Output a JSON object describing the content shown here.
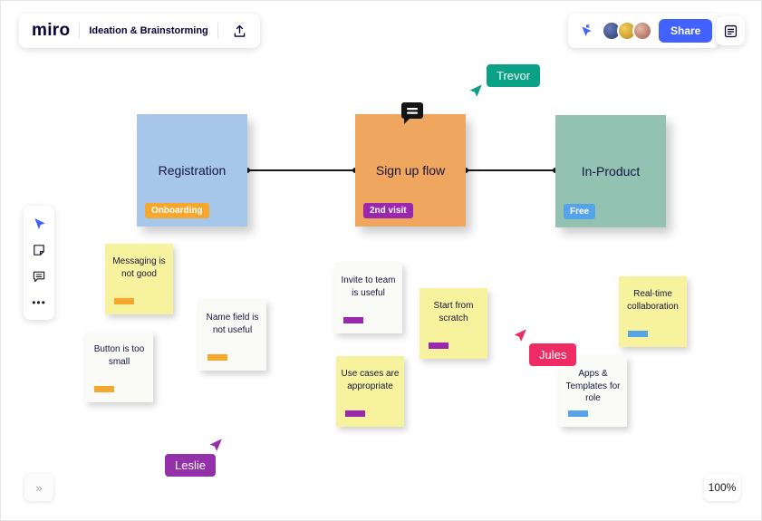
{
  "app": {
    "logo": "miro",
    "board_title": "Ideation & Brainstorming",
    "share_label": "Share",
    "zoom_level": "100%",
    "accent_color": "#4262ff"
  },
  "collaborators": {
    "count": 3,
    "avatars": [
      {
        "id": "avatar-1",
        "color": "#273a6e"
      },
      {
        "id": "avatar-2",
        "color": "#b9861e"
      },
      {
        "id": "avatar-3",
        "color": "#9c5a4a"
      }
    ]
  },
  "flow_cards": [
    {
      "label": "Registration",
      "tag": "Onboarding",
      "color": "#a6c7ea",
      "tag_color": "#f7a72e"
    },
    {
      "label": "Sign up flow",
      "tag": "2nd visit",
      "color": "#efa65e",
      "tag_color": "#9b27af"
    },
    {
      "label": "In-Product",
      "tag": "Free",
      "color": "#93c2b2",
      "tag_color": "#55a4e9"
    }
  ],
  "stickies": [
    {
      "text": "Messaging is not good",
      "color": "#f6f29e",
      "bar_color": "#f7a72e"
    },
    {
      "text": "Name field is not useful",
      "color": "#fafaf7",
      "bar_color": "#f7a72e"
    },
    {
      "text": "Button is too small",
      "color": "#fafaf7",
      "bar_color": "#f7a72e"
    },
    {
      "text": "Invite to team is useful",
      "color": "#fafaf7",
      "bar_color": "#9b27af"
    },
    {
      "text": "Start from scratch",
      "color": "#f6f29e",
      "bar_color": "#9b27af"
    },
    {
      "text": "Use cases are appropriate",
      "color": "#f6f29e",
      "bar_color": "#9b27af"
    },
    {
      "text": "Real-time collaboration",
      "color": "#f6f29e",
      "bar_color": "#55a4e9"
    },
    {
      "text": "Apps & Templates for role",
      "color": "#fafaf7",
      "bar_color": "#55a4e9"
    }
  ],
  "cursors": [
    {
      "name": "Trevor",
      "color": "#0aa287"
    },
    {
      "name": "Jules",
      "color": "#ee2b63"
    },
    {
      "name": "Leslie",
      "color": "#9530ab"
    }
  ],
  "toolbar": {
    "items": [
      "select",
      "sticky-note",
      "comment",
      "more"
    ]
  },
  "icons": {
    "more_glyph": "•••",
    "expand_glyph": "»"
  }
}
